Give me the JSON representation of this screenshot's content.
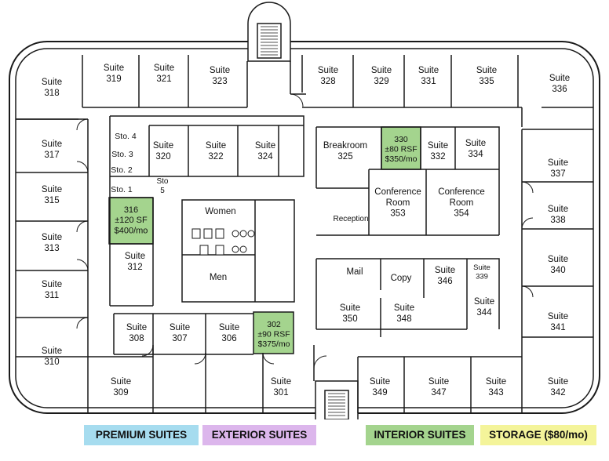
{
  "rooms": {
    "s318": [
      "Suite",
      "318"
    ],
    "s319": [
      "Suite",
      "319"
    ],
    "s321": [
      "Suite",
      "321"
    ],
    "s323": [
      "Suite",
      "323"
    ],
    "s328": [
      "Suite",
      "328"
    ],
    "s329": [
      "Suite",
      "329"
    ],
    "s331": [
      "Suite",
      "331"
    ],
    "s335": [
      "Suite",
      "335"
    ],
    "s336": [
      "Suite",
      "336"
    ],
    "s317": [
      "Suite",
      "317"
    ],
    "s315": [
      "Suite",
      "315"
    ],
    "s313": [
      "Suite",
      "313"
    ],
    "s311": [
      "Suite",
      "311"
    ],
    "s310": [
      "Suite",
      "310"
    ],
    "s309": [
      "Suite",
      "309"
    ],
    "s308": [
      "Suite",
      "308"
    ],
    "s307": [
      "Suite",
      "307"
    ],
    "s306": [
      "Suite",
      "306"
    ],
    "s301": [
      "Suite",
      "301"
    ],
    "s349": [
      "Suite",
      "349"
    ],
    "s347": [
      "Suite",
      "347"
    ],
    "s343": [
      "Suite",
      "343"
    ],
    "s342": [
      "Suite",
      "342"
    ],
    "s341": [
      "Suite",
      "341"
    ],
    "s340": [
      "Suite",
      "340"
    ],
    "s338": [
      "Suite",
      "338"
    ],
    "s337": [
      "Suite",
      "337"
    ],
    "s320": [
      "Suite",
      "320"
    ],
    "s322": [
      "Suite",
      "322"
    ],
    "s324": [
      "Suite",
      "324"
    ],
    "s312": [
      "Suite",
      "312"
    ],
    "s332": [
      "Suite",
      "332"
    ],
    "s334": [
      "Suite",
      "334"
    ],
    "s346": [
      "Suite",
      "346"
    ],
    "s339": [
      "Suite",
      "339"
    ],
    "s344": [
      "Suite",
      "344"
    ],
    "s348": [
      "Suite",
      "348"
    ],
    "s350": [
      "Suite",
      "350"
    ],
    "breakroom": [
      "Breakroom",
      "325"
    ],
    "conf353": [
      "Conference",
      "Room",
      "353"
    ],
    "conf354": [
      "Conference",
      "Room",
      "354"
    ],
    "reception": [
      "Reception"
    ],
    "mail": [
      "Mail"
    ],
    "copy": [
      "Copy"
    ],
    "women": [
      "Women"
    ],
    "men": [
      "Men"
    ],
    "sto4": [
      "Sto. 4"
    ],
    "sto3": [
      "Sto. 3"
    ],
    "sto2": [
      "Sto. 2"
    ],
    "sto1": [
      "Sto. 1"
    ],
    "sto5": [
      "Sto",
      "5"
    ],
    "s330": [
      "330",
      "±80 RSF",
      "$350/mo"
    ],
    "s316": [
      "316",
      "±120 SF",
      "$400/mo"
    ],
    "s302": [
      "302",
      "±90 RSF",
      "$375/mo"
    ]
  },
  "legend": [
    {
      "label": "PREMIUM SUITES",
      "color": "#a6dcef"
    },
    {
      "label": "EXTERIOR SUITES",
      "color": "#dcb6ec"
    },
    {
      "label": "INTERIOR SUITES",
      "color": "#a4d48e"
    },
    {
      "label": "STORAGE ($80/mo)",
      "color": "#f4f49a"
    }
  ],
  "colors": {
    "available_fill": "#a4d48e",
    "wall": "#1a1a1a"
  }
}
